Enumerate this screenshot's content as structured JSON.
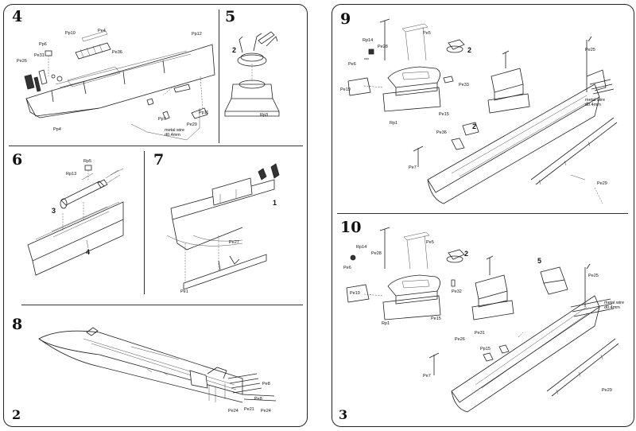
{
  "left_page": {
    "page_number": "2",
    "steps": {
      "s4": {
        "number": "4",
        "labels": [
          "Pp12",
          "Pp10",
          "Pe4",
          "Pe36",
          "Pp6",
          "Pe31",
          "Pe26",
          "Pp4",
          "Pp7",
          "Pp11",
          "Pe29",
          "metal wire\nd0.4mm"
        ]
      },
      "s5": {
        "number": "5",
        "callout": "2",
        "labels": [
          "Rp3"
        ]
      },
      "s6": {
        "number": "6",
        "callouts": [
          "3",
          "4"
        ],
        "labels": [
          "Rp5",
          "Rp13"
        ]
      },
      "s7": {
        "number": "7",
        "callout": "1",
        "labels": [
          "Pe27",
          "Pe1"
        ]
      },
      "s8": {
        "number": "8",
        "labels": [
          "Pe8",
          "Pe8",
          "Pe24",
          "Pe21",
          "Pe24"
        ]
      }
    }
  },
  "right_page": {
    "page_number": "3",
    "steps": {
      "s9": {
        "number": "9",
        "callouts": [
          "2",
          "2"
        ],
        "labels": [
          "Rp14",
          "Pe28",
          "Pe5",
          "Pe6",
          "Pe19",
          "Pe33",
          "Pe15",
          "Rp1",
          "Pe25",
          "metal wire\nd0.4mm",
          "Pe36",
          "Pe7",
          "Pe29"
        ]
      },
      "s10": {
        "number": "10",
        "callouts": [
          "2",
          "5"
        ],
        "labels": [
          "Rp14",
          "Pe28",
          "Pe5",
          "Pe6",
          "Pe19",
          "Pe32",
          "Pe15",
          "Rp1",
          "Pe25",
          "metal wire\nd0.4mm",
          "Pe31",
          "Pe26",
          "Pp15",
          "Pe7",
          "Pe29"
        ]
      }
    }
  }
}
